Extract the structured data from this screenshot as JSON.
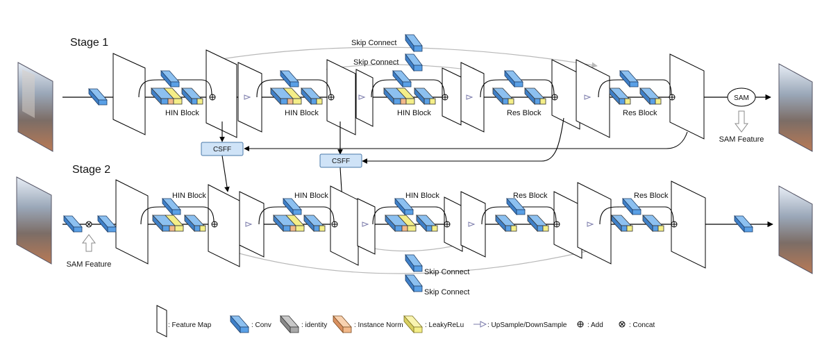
{
  "stage_titles": [
    "Stage 1",
    "Stage 2"
  ],
  "blocks": {
    "hin": "HIN Block",
    "res": "Res Block",
    "csff": "CSFF",
    "sam": "SAM",
    "sam_feature": "SAM Feature",
    "skip_connect": "Skip Connect"
  },
  "legend": {
    "feature_map": ": Feature Map",
    "conv": ": Conv",
    "identity": ": identity",
    "instance_norm": ": Instance Norm",
    "leaky_relu": ": LeakyReLu",
    "updown": ": UpSample/DownSample",
    "add": ": Add",
    "concat": ": Concat"
  },
  "colors": {
    "conv": "#5aa0e6",
    "identity": "#a9a9a9",
    "instance_norm": "#f2b98a",
    "leaky_relu": "#f4ee88",
    "csff_fill": "#cfe3f7",
    "skip_line": "#b8b8b8",
    "line": "#000000"
  },
  "icons": {
    "input_image": "street-photo-icon",
    "output_image": "street-photo-icon",
    "add": "circle-plus-icon",
    "concat": "circle-times-icon"
  }
}
